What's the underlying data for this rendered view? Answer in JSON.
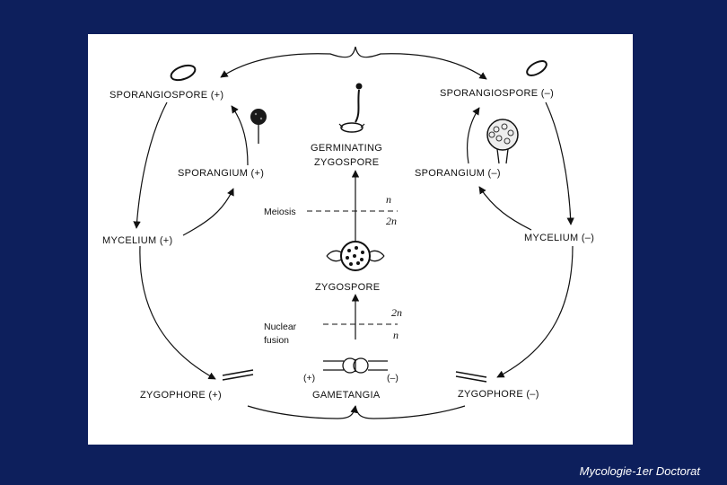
{
  "diagram": {
    "labels": {
      "sporangiospore_plus": "SPORANGIOSPORE (+)",
      "sporangiospore_minus": "SPORANGIOSPORE (–)",
      "sporangium_plus": "SPORANGIUM (+)",
      "sporangium_minus": "SPORANGIUM (–)",
      "mycelium_plus": "MYCELIUM (+)",
      "mycelium_minus": "MYCELIUM (–)",
      "germinating_line1": "GERMINATING",
      "germinating_line2": "ZYGOSPORE",
      "zygospore": "ZYGOSPORE",
      "gametangia": "GAMETANGIA",
      "zygophore_plus": "ZYGOPHORE (+)",
      "zygophore_minus": "ZYGOPHORE (–)",
      "meiosis": "Meiosis",
      "nuclear_line1": "Nuclear",
      "nuclear_line2": "fusion",
      "n_top": "n",
      "two_n_top": "2n",
      "two_n_bottom": "2n",
      "n_bottom": "n",
      "gamete_plus": "(+)",
      "gamete_minus": "(–)"
    }
  },
  "footer": {
    "caption": "Mycologie-1er Doctorat"
  }
}
